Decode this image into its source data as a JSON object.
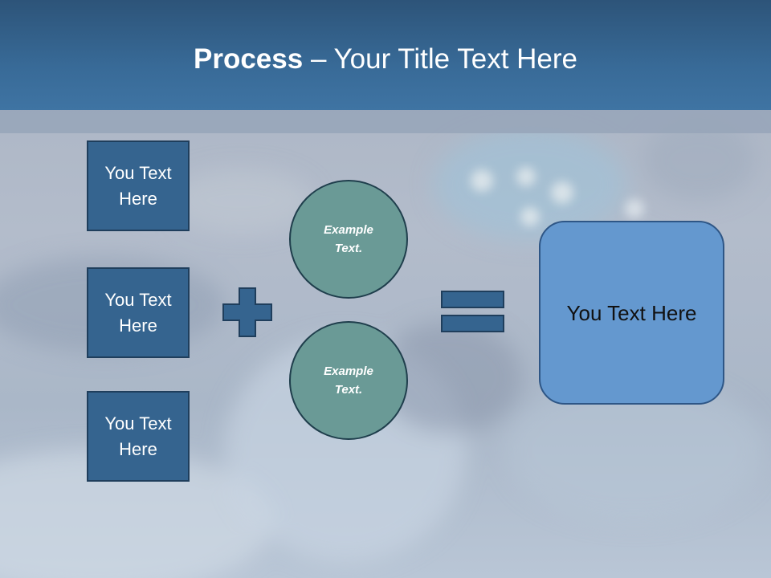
{
  "title": {
    "bold": "Process",
    "rest": " – Your Title Text Here"
  },
  "left_boxes": [
    {
      "label": "You Text Here"
    },
    {
      "label": "You Text Here"
    },
    {
      "label": "You Text Here"
    }
  ],
  "circles": [
    {
      "label": "Example Text."
    },
    {
      "label": "Example Text."
    }
  ],
  "result": {
    "label": "You Text Here"
  },
  "colors": {
    "header": "#386a97",
    "box_fill": "#35648f",
    "circle_fill": "#6a9a96",
    "result_fill": "#6498cf"
  },
  "icons": [
    "plus-icon",
    "equals-icon"
  ]
}
